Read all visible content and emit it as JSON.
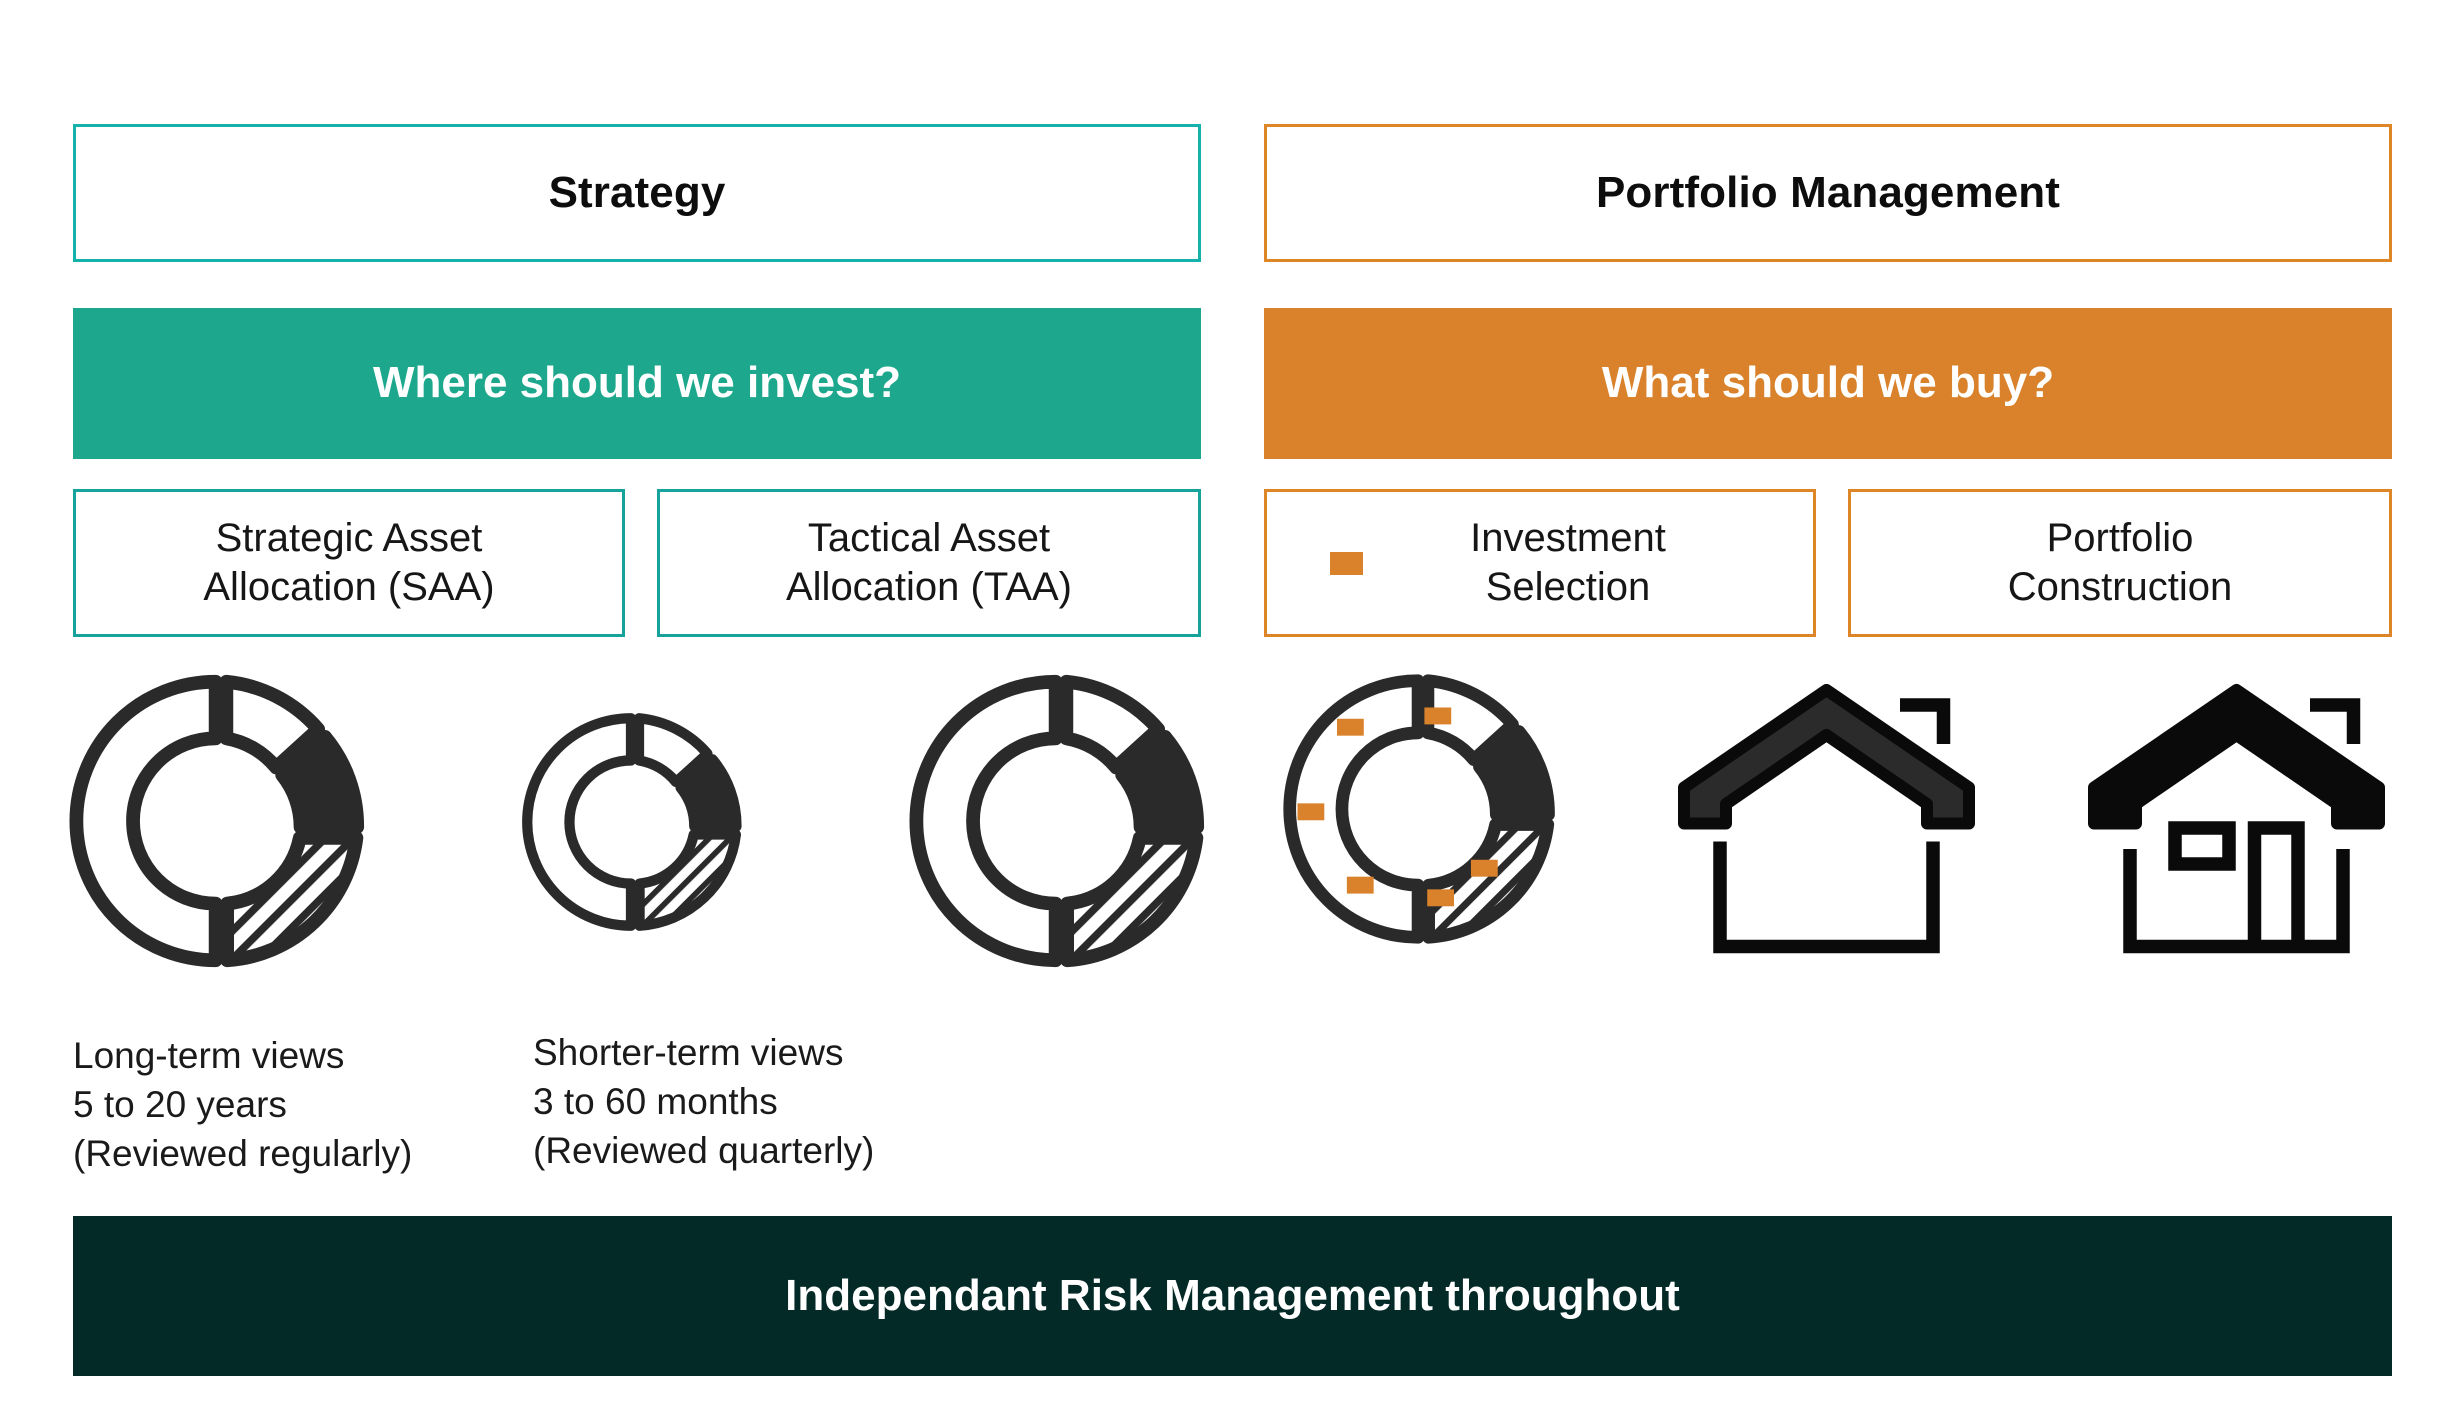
{
  "palette": {
    "teal_border_head": "#15b2ab",
    "teal_border_sub": "#17a39b",
    "teal_banner": "#1da88d",
    "orange_border": "#dd8527",
    "orange_banner": "#d9822b",
    "orange_marker": "#d9822b",
    "footer_dark": "#042a28",
    "ink": "#2a2a2a",
    "page_bg": "#ffffff"
  },
  "pillars": [
    {
      "id": "strategy",
      "title": "Strategy",
      "question": "Where should we invest?",
      "accent": "teal",
      "subboxes": [
        {
          "id": "saa",
          "label": "Strategic Asset\nAllocation (SAA)",
          "marker": false
        },
        {
          "id": "taa",
          "label": "Tactical Asset\nAllocation (TAA)",
          "marker": false
        }
      ]
    },
    {
      "id": "portfolio-management",
      "title": "Portfolio Management",
      "question": "What should we buy?",
      "accent": "orange",
      "subboxes": [
        {
          "id": "investment-selection",
          "label": "Investment\nSelection",
          "marker": true
        },
        {
          "id": "portfolio-construction",
          "label": "Portfolio\nConstruction",
          "marker": false
        }
      ]
    }
  ],
  "icons": [
    {
      "id": "donut-saa-large",
      "name": "donut-chart-icon",
      "kind": "donut",
      "markers": 0
    },
    {
      "id": "donut-saa-small",
      "name": "donut-chart-icon",
      "kind": "donut",
      "markers": 0
    },
    {
      "id": "donut-taa-large",
      "name": "donut-chart-icon",
      "kind": "donut",
      "markers": 0
    },
    {
      "id": "donut-selection",
      "name": "donut-chart-selection-icon",
      "kind": "donut",
      "markers": 5
    },
    {
      "id": "house-outline",
      "name": "house-outline-icon",
      "kind": "house",
      "detailed": false
    },
    {
      "id": "house-detailed",
      "name": "house-detailed-icon",
      "kind": "house",
      "detailed": true
    }
  ],
  "captions": [
    {
      "id": "long-term",
      "lines": "Long-term views\n5 to 20 years\n(Reviewed regularly)"
    },
    {
      "id": "shorter-term",
      "lines": "Shorter-term views\n3 to 60 months\n(Reviewed quarterly)"
    }
  ],
  "footer": {
    "label": "Independant Risk Management throughout"
  }
}
